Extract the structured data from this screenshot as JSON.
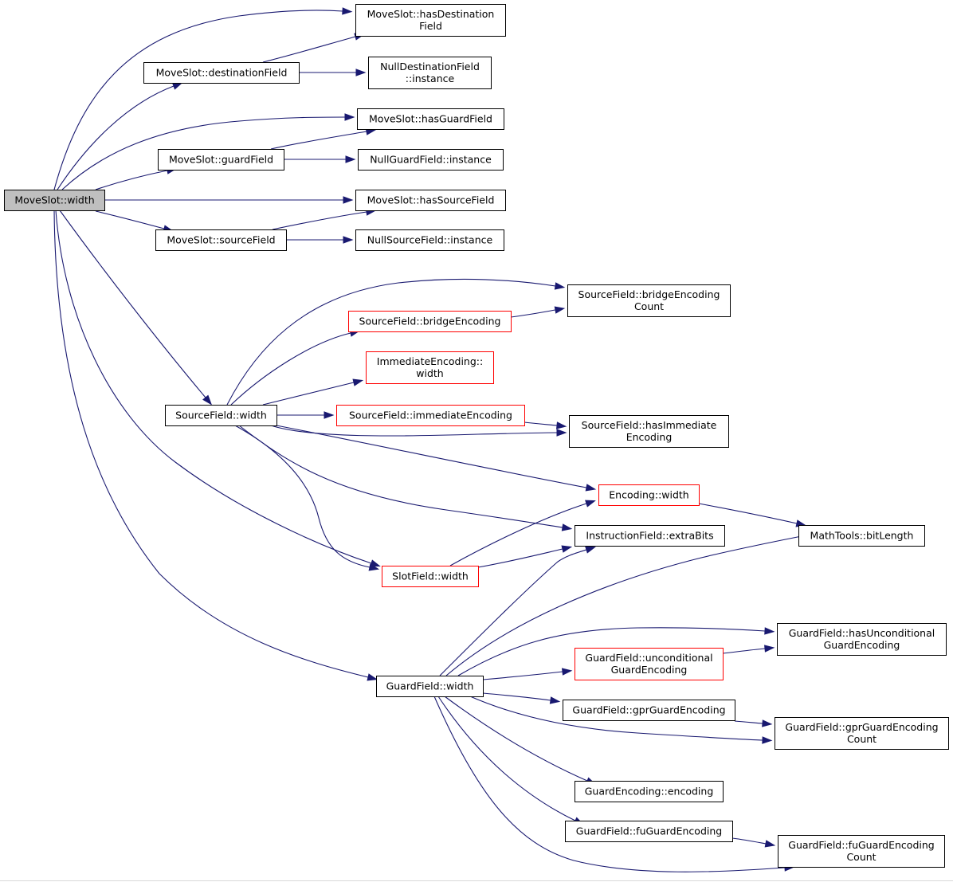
{
  "colors": {
    "edge": "#191970",
    "node_border": "#000000",
    "node_border_truncated": "#ff0000",
    "root_fill": "#bfbfbf",
    "node_fill": "#ffffff"
  },
  "nodes": {
    "root": {
      "lines": [
        "MoveSlot::width"
      ],
      "style": "root"
    },
    "has_dest": {
      "lines": [
        "MoveSlot::hasDestination",
        "Field"
      ],
      "style": "normal"
    },
    "dest_field": {
      "lines": [
        "MoveSlot::destinationField"
      ],
      "style": "normal"
    },
    "null_dest": {
      "lines": [
        "NullDestinationField",
        "::instance"
      ],
      "style": "normal"
    },
    "has_guard": {
      "lines": [
        "MoveSlot::hasGuardField"
      ],
      "style": "normal"
    },
    "guard_field": {
      "lines": [
        "MoveSlot::guardField"
      ],
      "style": "normal"
    },
    "null_guard": {
      "lines": [
        "NullGuardField::instance"
      ],
      "style": "normal"
    },
    "has_source": {
      "lines": [
        "MoveSlot::hasSourceField"
      ],
      "style": "normal"
    },
    "source_field": {
      "lines": [
        "MoveSlot::sourceField"
      ],
      "style": "normal"
    },
    "null_source": {
      "lines": [
        "NullSourceField::instance"
      ],
      "style": "normal"
    },
    "bridge_count": {
      "lines": [
        "SourceField::bridgeEncoding",
        "Count"
      ],
      "style": "normal"
    },
    "bridge_enc": {
      "lines": [
        "SourceField::bridgeEncoding"
      ],
      "style": "red"
    },
    "imm_width": {
      "lines": [
        "ImmediateEncoding::",
        "width"
      ],
      "style": "red"
    },
    "sf_width": {
      "lines": [
        "SourceField::width"
      ],
      "style": "normal"
    },
    "imm_enc": {
      "lines": [
        "SourceField::immediateEncoding"
      ],
      "style": "red"
    },
    "has_imm": {
      "lines": [
        "SourceField::hasImmediate",
        "Encoding"
      ],
      "style": "normal"
    },
    "enc_width": {
      "lines": [
        "Encoding::width"
      ],
      "style": "red"
    },
    "extra_bits": {
      "lines": [
        "InstructionField::extraBits"
      ],
      "style": "normal"
    },
    "bit_length": {
      "lines": [
        "MathTools::bitLength"
      ],
      "style": "normal"
    },
    "slot_width": {
      "lines": [
        "SlotField::width"
      ],
      "style": "red"
    },
    "has_uncond": {
      "lines": [
        "GuardField::hasUnconditional",
        "GuardEncoding"
      ],
      "style": "normal"
    },
    "uncond": {
      "lines": [
        "GuardField::unconditional",
        "GuardEncoding"
      ],
      "style": "red"
    },
    "gf_width": {
      "lines": [
        "GuardField::width"
      ],
      "style": "normal"
    },
    "gpr_enc": {
      "lines": [
        "GuardField::gprGuardEncoding"
      ],
      "style": "normal"
    },
    "gpr_count": {
      "lines": [
        "GuardField::gprGuardEncoding",
        "Count"
      ],
      "style": "normal"
    },
    "ge_enc": {
      "lines": [
        "GuardEncoding::encoding"
      ],
      "style": "normal"
    },
    "fu_enc": {
      "lines": [
        "GuardField::fuGuardEncoding"
      ],
      "style": "normal"
    },
    "fu_count": {
      "lines": [
        "GuardField::fuGuardEncoding",
        "Count"
      ],
      "style": "normal"
    }
  },
  "edges": [
    [
      "root",
      "has_dest"
    ],
    [
      "root",
      "dest_field"
    ],
    [
      "root",
      "has_guard"
    ],
    [
      "root",
      "guard_field"
    ],
    [
      "root",
      "has_source"
    ],
    [
      "root",
      "source_field"
    ],
    [
      "root",
      "sf_width"
    ],
    [
      "root",
      "slot_width"
    ],
    [
      "root",
      "gf_width"
    ],
    [
      "dest_field",
      "has_dest"
    ],
    [
      "dest_field",
      "null_dest"
    ],
    [
      "guard_field",
      "has_guard"
    ],
    [
      "guard_field",
      "null_guard"
    ],
    [
      "source_field",
      "has_source"
    ],
    [
      "source_field",
      "null_source"
    ],
    [
      "sf_width",
      "bridge_count"
    ],
    [
      "sf_width",
      "bridge_enc"
    ],
    [
      "sf_width",
      "imm_width"
    ],
    [
      "sf_width",
      "imm_enc"
    ],
    [
      "sf_width",
      "has_imm"
    ],
    [
      "sf_width",
      "enc_width"
    ],
    [
      "sf_width",
      "extra_bits"
    ],
    [
      "sf_width",
      "slot_width"
    ],
    [
      "bridge_enc",
      "bridge_count"
    ],
    [
      "imm_enc",
      "has_imm"
    ],
    [
      "enc_width",
      "bit_length"
    ],
    [
      "slot_width",
      "enc_width"
    ],
    [
      "slot_width",
      "extra_bits"
    ],
    [
      "gf_width",
      "extra_bits"
    ],
    [
      "gf_width",
      "bit_length"
    ],
    [
      "gf_width",
      "has_uncond"
    ],
    [
      "gf_width",
      "uncond"
    ],
    [
      "gf_width",
      "gpr_enc"
    ],
    [
      "gf_width",
      "gpr_count"
    ],
    [
      "gf_width",
      "ge_enc"
    ],
    [
      "gf_width",
      "fu_enc"
    ],
    [
      "gf_width",
      "fu_count"
    ],
    [
      "uncond",
      "has_uncond"
    ],
    [
      "gpr_enc",
      "gpr_count"
    ],
    [
      "fu_enc",
      "fu_count"
    ]
  ]
}
